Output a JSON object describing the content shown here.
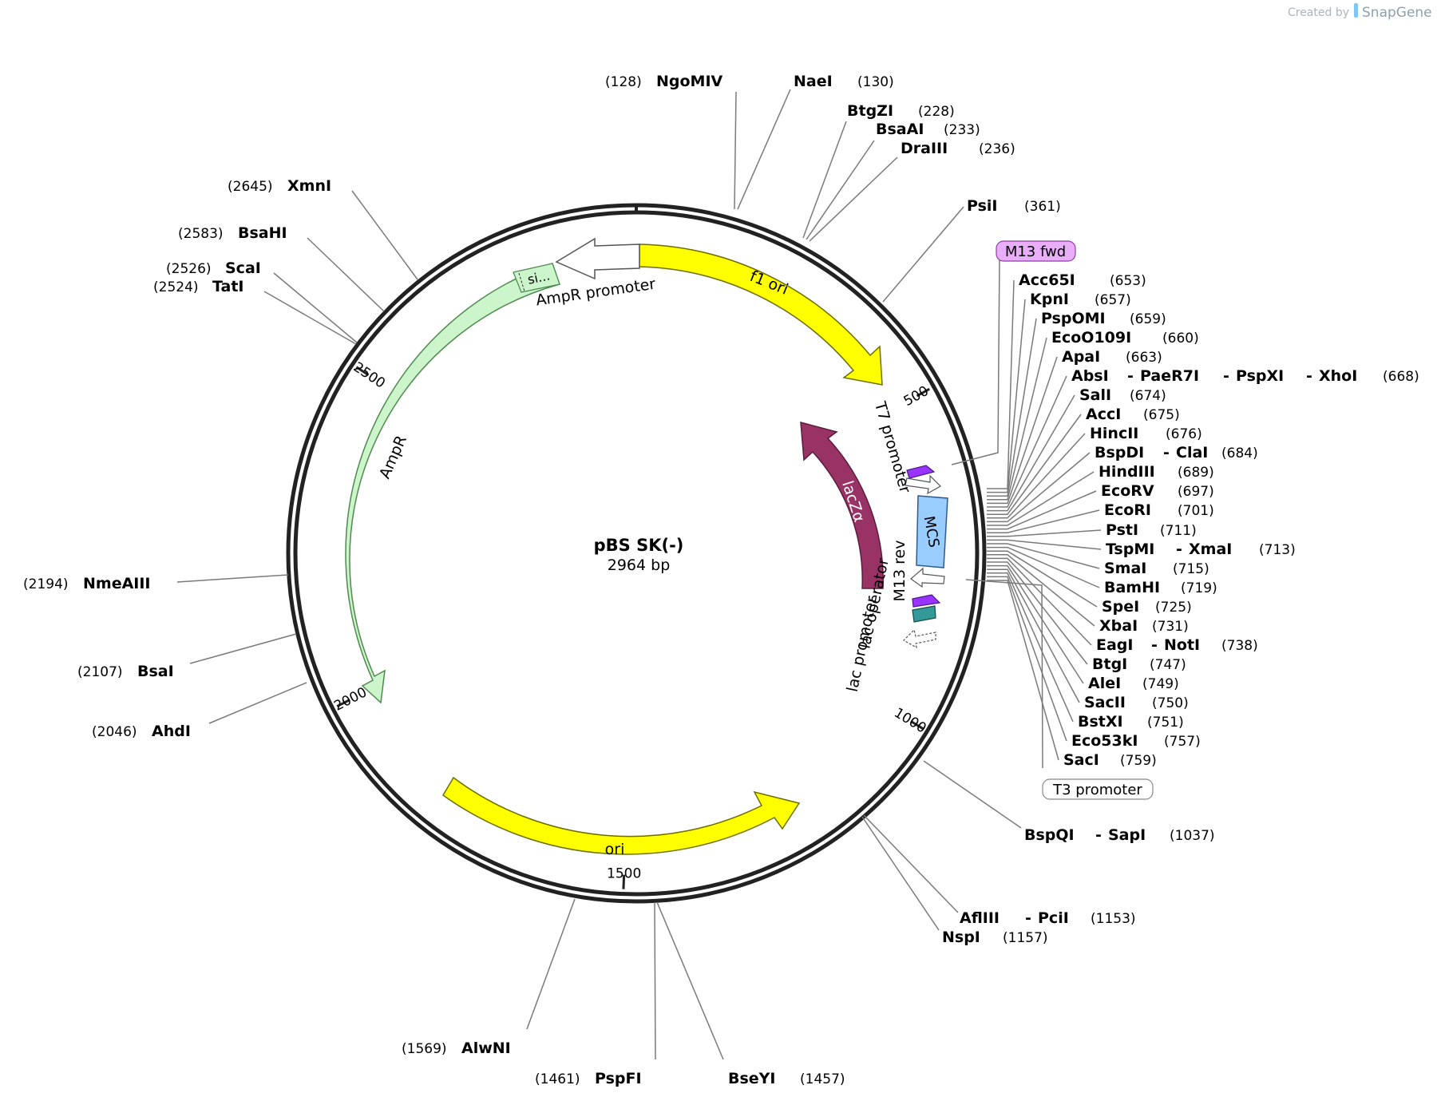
{
  "credit": {
    "created_by": "Created by",
    "brand": "SnapGene"
  },
  "plasmid": {
    "name": "pBS SK(-)",
    "size": "2964 bp",
    "length": 2964
  },
  "ticks": [
    500,
    1000,
    1500,
    2000,
    2500
  ],
  "tick_labels": [
    "500",
    "1000",
    "1500",
    "2000",
    "2500"
  ],
  "features": [
    {
      "label": "f1 ori",
      "color": "#ffff00"
    },
    {
      "label": "ori",
      "color": "#ffff00"
    },
    {
      "label": "AmpR",
      "color": "#ccf5cc"
    },
    {
      "label": "AmpR promoter",
      "color": "#ffffff"
    },
    {
      "label": "si...",
      "color": "#ccf5cc"
    },
    {
      "label": "lacZα",
      "color": "#993366"
    },
    {
      "label": "MCS",
      "color": "#99ccff"
    },
    {
      "label": "T7 promoter",
      "color": "#ffffff"
    },
    {
      "label": "M13 rev",
      "color": "#ffffff"
    },
    {
      "label": "lac operator",
      "color": "#339999"
    },
    {
      "label": "lac promoter",
      "color": "#ffffff"
    }
  ],
  "primer_labels": {
    "m13_fwd": "M13 fwd",
    "t3_promoter": "T3 promoter"
  },
  "sites": [
    {
      "name": "NgoMIV",
      "pos": "(128)"
    },
    {
      "name": "NaeI",
      "pos": "(130)"
    },
    {
      "name": "BtgZI",
      "pos": "(228)"
    },
    {
      "name": "BsaAI",
      "pos": "(233)"
    },
    {
      "name": "DraIII",
      "pos": "(236)"
    },
    {
      "name": "PsiI",
      "pos": "(361)"
    },
    {
      "name": "Acc65I",
      "pos": "(653)"
    },
    {
      "name": "KpnI",
      "pos": "(657)"
    },
    {
      "name": "PspOMI",
      "pos": "(659)"
    },
    {
      "name": "EcoO109I",
      "pos": "(660)"
    },
    {
      "name": "ApaI",
      "pos": "(663)"
    },
    {
      "name": "AbsI",
      "pos": ""
    },
    {
      "name": "PaeR7I",
      "pos": ""
    },
    {
      "name": "PspXI",
      "pos": ""
    },
    {
      "name": "XhoI",
      "pos": "(668)"
    },
    {
      "name": "SalI",
      "pos": "(674)"
    },
    {
      "name": "AccI",
      "pos": "(675)"
    },
    {
      "name": "HincII",
      "pos": "(676)"
    },
    {
      "name": "BspDI",
      "pos": ""
    },
    {
      "name": "ClaI",
      "pos": "(684)"
    },
    {
      "name": "HindIII",
      "pos": "(689)"
    },
    {
      "name": "EcoRV",
      "pos": "(697)"
    },
    {
      "name": "EcoRI",
      "pos": "(701)"
    },
    {
      "name": "PstI",
      "pos": "(711)"
    },
    {
      "name": "TspMI",
      "pos": ""
    },
    {
      "name": "XmaI",
      "pos": "(713)"
    },
    {
      "name": "SmaI",
      "pos": "(715)"
    },
    {
      "name": "BamHI",
      "pos": "(719)"
    },
    {
      "name": "SpeI",
      "pos": "(725)"
    },
    {
      "name": "XbaI",
      "pos": "(731)"
    },
    {
      "name": "EagI",
      "pos": ""
    },
    {
      "name": "NotI",
      "pos": "(738)"
    },
    {
      "name": "BtgI",
      "pos": "(747)"
    },
    {
      "name": "AleI",
      "pos": "(749)"
    },
    {
      "name": "SacII",
      "pos": "(750)"
    },
    {
      "name": "BstXI",
      "pos": "(751)"
    },
    {
      "name": "Eco53kI",
      "pos": "(757)"
    },
    {
      "name": "SacI",
      "pos": "(759)"
    },
    {
      "name": "BspQI",
      "pos": ""
    },
    {
      "name": "SapI",
      "pos": "(1037)"
    },
    {
      "name": "AflIII",
      "pos": ""
    },
    {
      "name": "PciI",
      "pos": "(1153)"
    },
    {
      "name": "NspI",
      "pos": "(1157)"
    },
    {
      "name": "BseYI",
      "pos": "(1457)"
    },
    {
      "name": "PspFI",
      "pos": "(1461)"
    },
    {
      "name": "AlwNI",
      "pos": "(1569)"
    },
    {
      "name": "AhdI",
      "pos": "(2046)"
    },
    {
      "name": "BsaI",
      "pos": "(2107)"
    },
    {
      "name": "NmeAIII",
      "pos": "(2194)"
    },
    {
      "name": "TatI",
      "pos": "(2524)"
    },
    {
      "name": "ScaI",
      "pos": "(2526)"
    },
    {
      "name": "BsaHI",
      "pos": "(2583)"
    },
    {
      "name": "XmnI",
      "pos": "(2645)"
    }
  ]
}
